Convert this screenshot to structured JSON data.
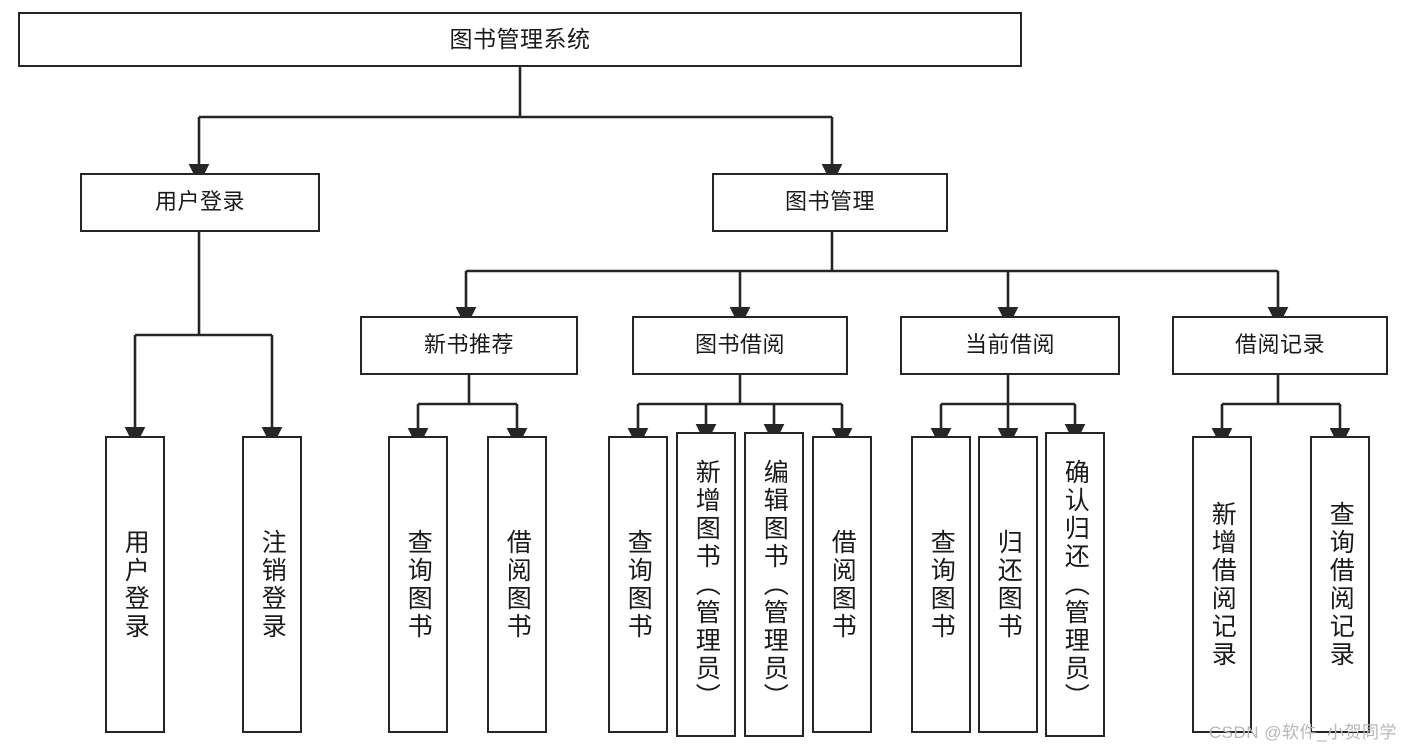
{
  "diagram": {
    "title": "图书管理系统",
    "watermark": "CSDN @软件_小贺同学",
    "colors": {
      "stroke": "#262626",
      "box_fill": "#ffffff",
      "text": "#1a1a1a",
      "watermark": "#b7b7b7",
      "background": "#ffffff"
    },
    "root": {
      "label": "图书管理系统"
    },
    "level2": [
      {
        "label": "用户登录"
      },
      {
        "label": "图书管理"
      }
    ],
    "level3": [
      {
        "label": "新书推荐"
      },
      {
        "label": "图书借阅"
      },
      {
        "label": "当前借阅"
      },
      {
        "label": "借阅记录"
      }
    ],
    "leaves": {
      "user_login": [
        {
          "label": "用户登录"
        },
        {
          "label": "注销登录"
        }
      ],
      "new_book_recommend": [
        {
          "label": "查询图书"
        },
        {
          "label": "借阅图书"
        }
      ],
      "book_borrow": [
        {
          "label": "查询图书"
        },
        {
          "label": "新增图书（管理员）"
        },
        {
          "label": "编辑图书（管理员）"
        },
        {
          "label": "借阅图书"
        }
      ],
      "current_borrow": [
        {
          "label": "查询图书"
        },
        {
          "label": "归还图书"
        },
        {
          "label": "确认归还（管理员）"
        }
      ],
      "borrow_record": [
        {
          "label": "新增借阅记录"
        },
        {
          "label": "查询借阅记录"
        }
      ]
    }
  }
}
